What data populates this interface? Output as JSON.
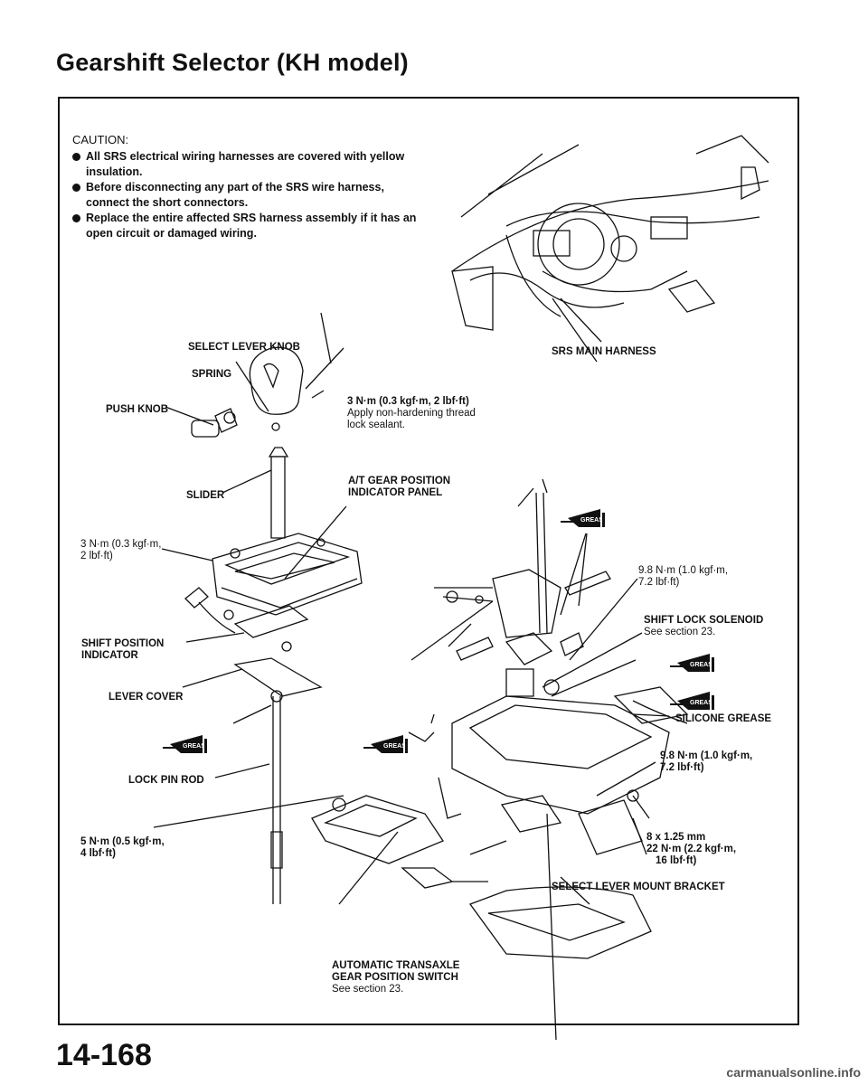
{
  "page": {
    "title": "Gearshift Selector (KH model)",
    "page_number": "14-168",
    "footer": "carmanualsonline.info"
  },
  "caution": {
    "heading": "CAUTION:",
    "items": [
      "All SRS electrical wiring harnesses are covered with yellow insulation.",
      "Before disconnecting any part of the SRS wire harness, connect the short connectors.",
      "Replace the entire affected SRS harness assembly if it has an open circuit or damaged wiring."
    ]
  },
  "labels": {
    "select_lever_knob": "SELECT LEVER KNOB",
    "srs_main_harness": "SRS MAIN HARNESS",
    "spring": "SPRING",
    "push_knob": "PUSH KNOB",
    "knob_torque": "3 N·m (0.3 kgf·m, 2 lbf·ft)",
    "knob_torque_note": "Apply non-hardening thread lock sealant.",
    "slider": "SLIDER",
    "indicator_panel": "A/T GEAR POSITION INDICATOR PANEL",
    "panel_torque_1": "3 N·m (0.3 kgf·m,",
    "panel_torque_2": "2 lbf·ft)",
    "torque_98_a_1": "9.8 N·m (1.0 kgf·m,",
    "torque_98_a_2": "7.2 lbf·ft)",
    "shift_lock_solenoid": "SHIFT LOCK SOLENOID",
    "shift_lock_note": "See section 23.",
    "shift_position_indicator_1": "SHIFT POSITION",
    "shift_position_indicator_2": "INDICATOR",
    "lever_cover": "LEVER COVER",
    "silicone_grease": "SILICONE GREASE",
    "torque_98_b_1": "9.8 N·m (1.0 kgf·m,",
    "torque_98_b_2": "7.2 lbf·ft)",
    "lock_pin_rod": "LOCK PIN ROD",
    "bolt_size": "8 x 1.25 mm",
    "bolt_torque_1": "22 N·m (2.2 kgf·m,",
    "bolt_torque_2": "16 lbf·ft)",
    "switch_torque_1": "5 N·m (0.5 kgf·m,",
    "switch_torque_2": "4 lbf·ft)",
    "mount_bracket": "SELECT LEVER MOUNT BRACKET",
    "switch_1": "AUTOMATIC TRANSAXLE",
    "switch_2": "GEAR POSITION SWITCH",
    "switch_note": "See section 23.",
    "grease_tag": "GREASE"
  }
}
